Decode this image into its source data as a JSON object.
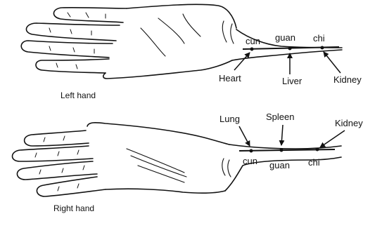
{
  "left_hand": {
    "caption": "Left hand",
    "positions": [
      "cun",
      "guan",
      "chi"
    ],
    "organs": [
      "Heart",
      "Liver",
      "Kidney"
    ]
  },
  "right_hand": {
    "caption": "Right hand",
    "positions": [
      "cun",
      "guan",
      "chi"
    ],
    "organs": [
      "Lung",
      "Spleen",
      "Kidney"
    ]
  },
  "colors": {
    "ink": "#111111",
    "background": "#ffffff"
  }
}
